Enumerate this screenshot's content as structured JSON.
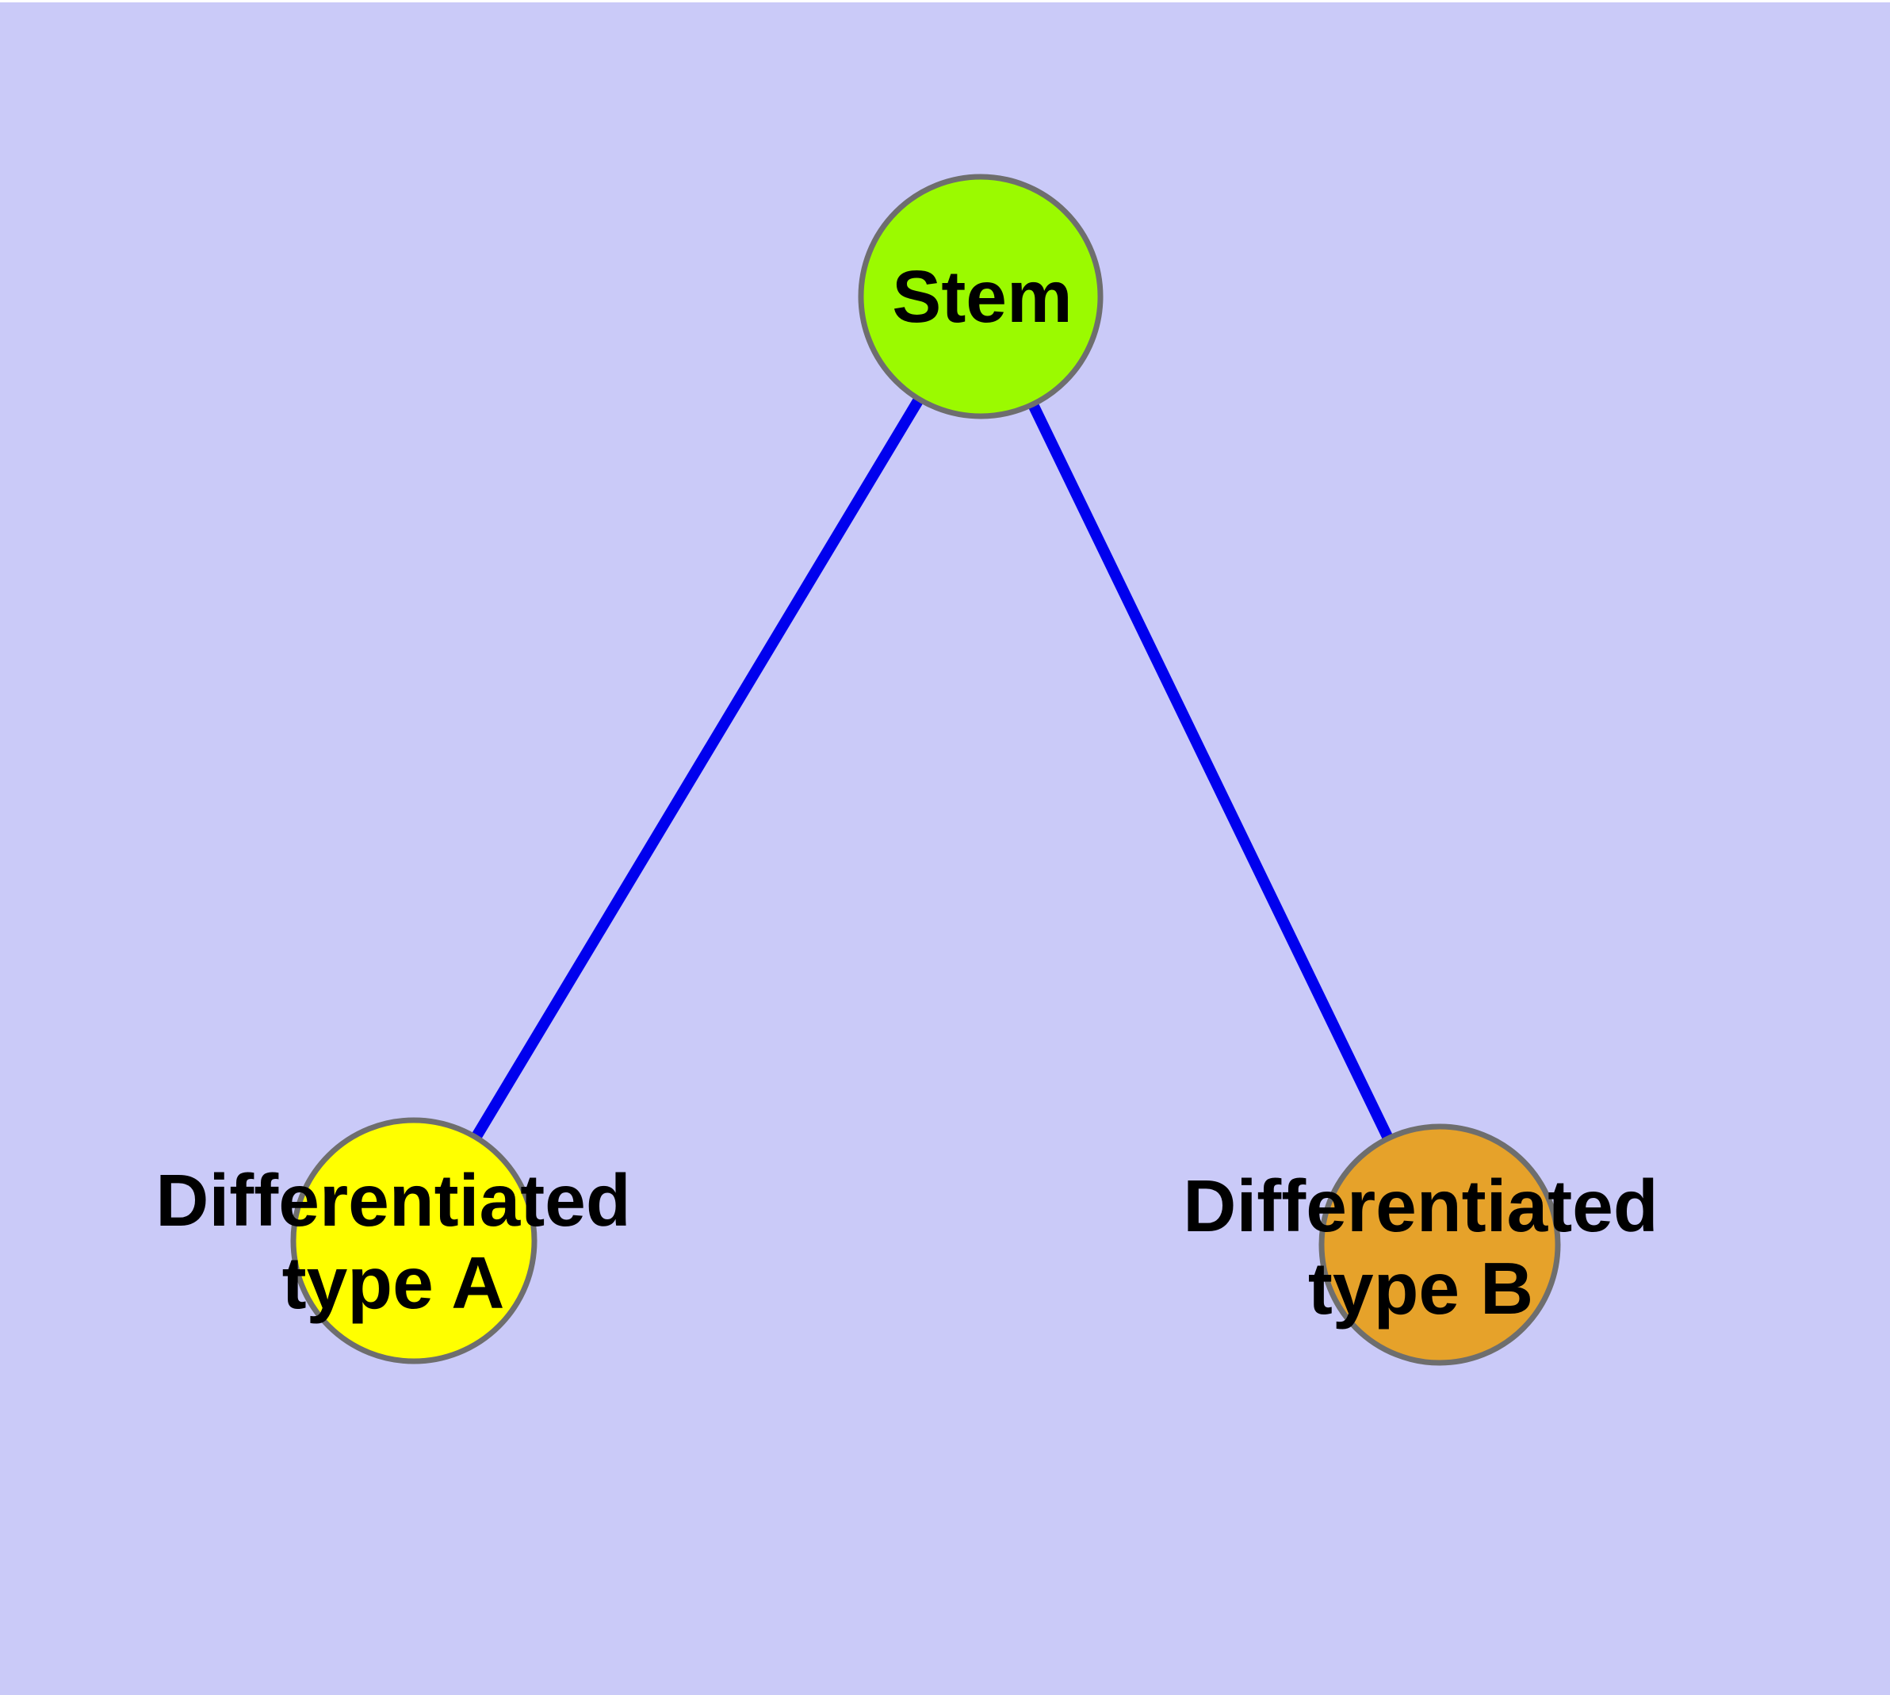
{
  "diagram": {
    "type": "node-link-graph",
    "background_color": "#CACAF8",
    "edge_color": "#0000EE",
    "node_border_color": "#6E6E6E",
    "text_color": "#000000",
    "nodes": {
      "stem": {
        "label": "Stem",
        "fill_color": "#9BFA00"
      },
      "type_a": {
        "label_line1": "Differentiated",
        "label_line2": "type A",
        "fill_color": "#FFFF00"
      },
      "type_b": {
        "label_line1": "Differentiated",
        "label_line2": "type B",
        "fill_color": "#E6A22A"
      }
    },
    "edges": [
      {
        "from": "Stem",
        "to": "Differentiated type A"
      },
      {
        "from": "Stem",
        "to": "Differentiated type B"
      }
    ]
  }
}
